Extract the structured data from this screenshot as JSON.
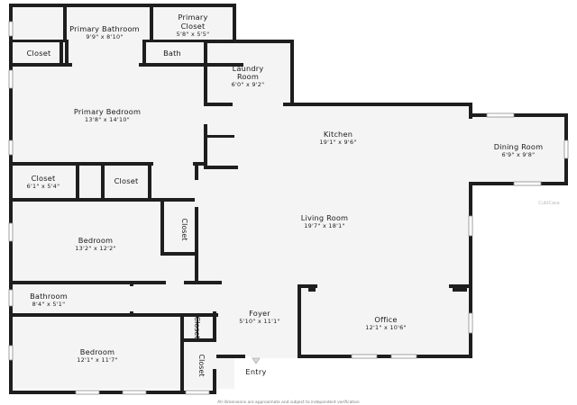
{
  "rooms": {
    "primary_bathroom": {
      "name": "Primary Bathroom",
      "dims": "9'9\" x 8'10\""
    },
    "primary_closet": {
      "name_line1": "Primary",
      "name_line2": "Closet",
      "dims": "5'8\" x 5'5\""
    },
    "closet_top": {
      "name": "Closet"
    },
    "bath_top": {
      "name": "Bath"
    },
    "laundry": {
      "name_line1": "Laundry",
      "name_line2": "Room",
      "dims": "6'0\" x 9'2\""
    },
    "primary_bedroom": {
      "name": "Primary Bedroom",
      "dims": "13'8\" x 14'10\""
    },
    "kitchen": {
      "name": "Kitchen",
      "dims": "19'1\" x 9'6\""
    },
    "dining": {
      "name": "Dining Room",
      "dims": "6'9\" x 9'8\""
    },
    "closet_a": {
      "name": "Closet",
      "dims": "6'1\" x 5'4\""
    },
    "closet_b": {
      "name": "Closet"
    },
    "living": {
      "name": "Living Room",
      "dims": "19'7\" x 18'1\""
    },
    "bedroom_mid": {
      "name": "Bedroom",
      "dims": "13'2\" x 12'2\""
    },
    "closet_vert_mid": {
      "name": "Closet"
    },
    "bathroom": {
      "name": "Bathroom",
      "dims": "8'4\" x 5'1\""
    },
    "foyer": {
      "name": "Foyer",
      "dims": "5'10\" x 11'1\""
    },
    "office": {
      "name": "Office",
      "dims": "12'1\" x 10'6\""
    },
    "closet_vert_small": {
      "name": "Closet"
    },
    "bedroom_bottom": {
      "name": "Bedroom",
      "dims": "12'1\" x 11'7\""
    },
    "closet_vert_bottom": {
      "name": "Closet"
    }
  },
  "entry_label": "Entry",
  "footer_note": "All dimensions are approximate and subject to independent verification",
  "watermark": "CubiCasa",
  "colors": {
    "wall": "#1e1e1e",
    "floor": "#f4f4f4",
    "window": "#ffffff"
  }
}
